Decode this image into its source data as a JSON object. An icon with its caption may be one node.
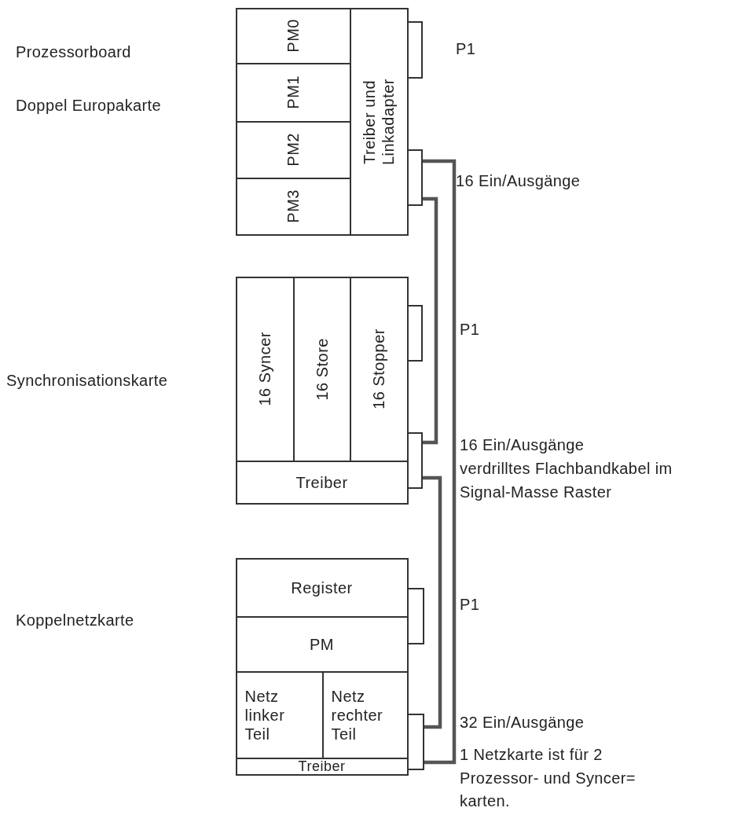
{
  "diagram": {
    "nodes": [
      {
        "text": [],
        "shape": "box"
      },
      {
        "text": [
          "PM0"
        ],
        "in": 0
      },
      {
        "text": [
          "PM1"
        ],
        "in": 0
      },
      {
        "text": [
          "PM2"
        ],
        "in": 0
      },
      {
        "text": [
          "PM3"
        ],
        "in": 0
      },
      {
        "text": [
          "Treiber und Linkadapter"
        ],
        "in": 0
      },
      {
        "text": [],
        "shape": "box",
        "beside": [
          "P1"
        ]
      },
      {
        "text": [],
        "shape": "box",
        "beside": [
          "16 Ein/Ausgänge"
        ]
      },
      {
        "text": [],
        "shape": "box"
      },
      {
        "text": [
          "16 Syncer"
        ],
        "in": 8
      },
      {
        "text": [
          "16 Store"
        ],
        "in": 8
      },
      {
        "text": [
          "16 Stopper"
        ],
        "in": 8
      },
      {
        "text": [
          "Treiber"
        ],
        "in": 8
      },
      {
        "text": [],
        "shape": "box",
        "beside": [
          "P1"
        ]
      },
      {
        "text": [],
        "shape": "box",
        "beside": [
          "16 Ein/Ausgänge"
        ]
      },
      {
        "text": [],
        "shape": "box"
      },
      {
        "text": [
          "Register"
        ],
        "in": 15
      },
      {
        "text": [
          "PM"
        ],
        "in": 15
      },
      {
        "text": [
          "Netz linker Teil"
        ],
        "in": 15
      },
      {
        "text": [
          "Netz rechter Teil"
        ],
        "in": 15
      },
      {
        "text": [
          "Treiber"
        ],
        "in": 15
      },
      {
        "text": [],
        "shape": "box",
        "beside": [
          "P1"
        ]
      },
      {
        "text": [],
        "shape": "box",
        "beside": [
          "32 Ein/Ausgänge"
        ]
      }
    ],
    "edges": [
      {
        "from": 7,
        "to": 14,
        "arrow": "none"
      },
      {
        "from": 14,
        "to": 22,
        "arrow": "none"
      },
      {
        "from": 7,
        "to": 22,
        "arrow": "none"
      }
    ],
    "labels": [
      "Prozessorboard",
      "Doppel Europakarte",
      "Synchronisationskarte",
      "Koppelnetzkarte",
      "verdrilltes Flachbandkabel im Signal-Masse Raster",
      "1 Netzkarte ist für 2 Prozessor- und Syncer= karten."
    ]
  }
}
